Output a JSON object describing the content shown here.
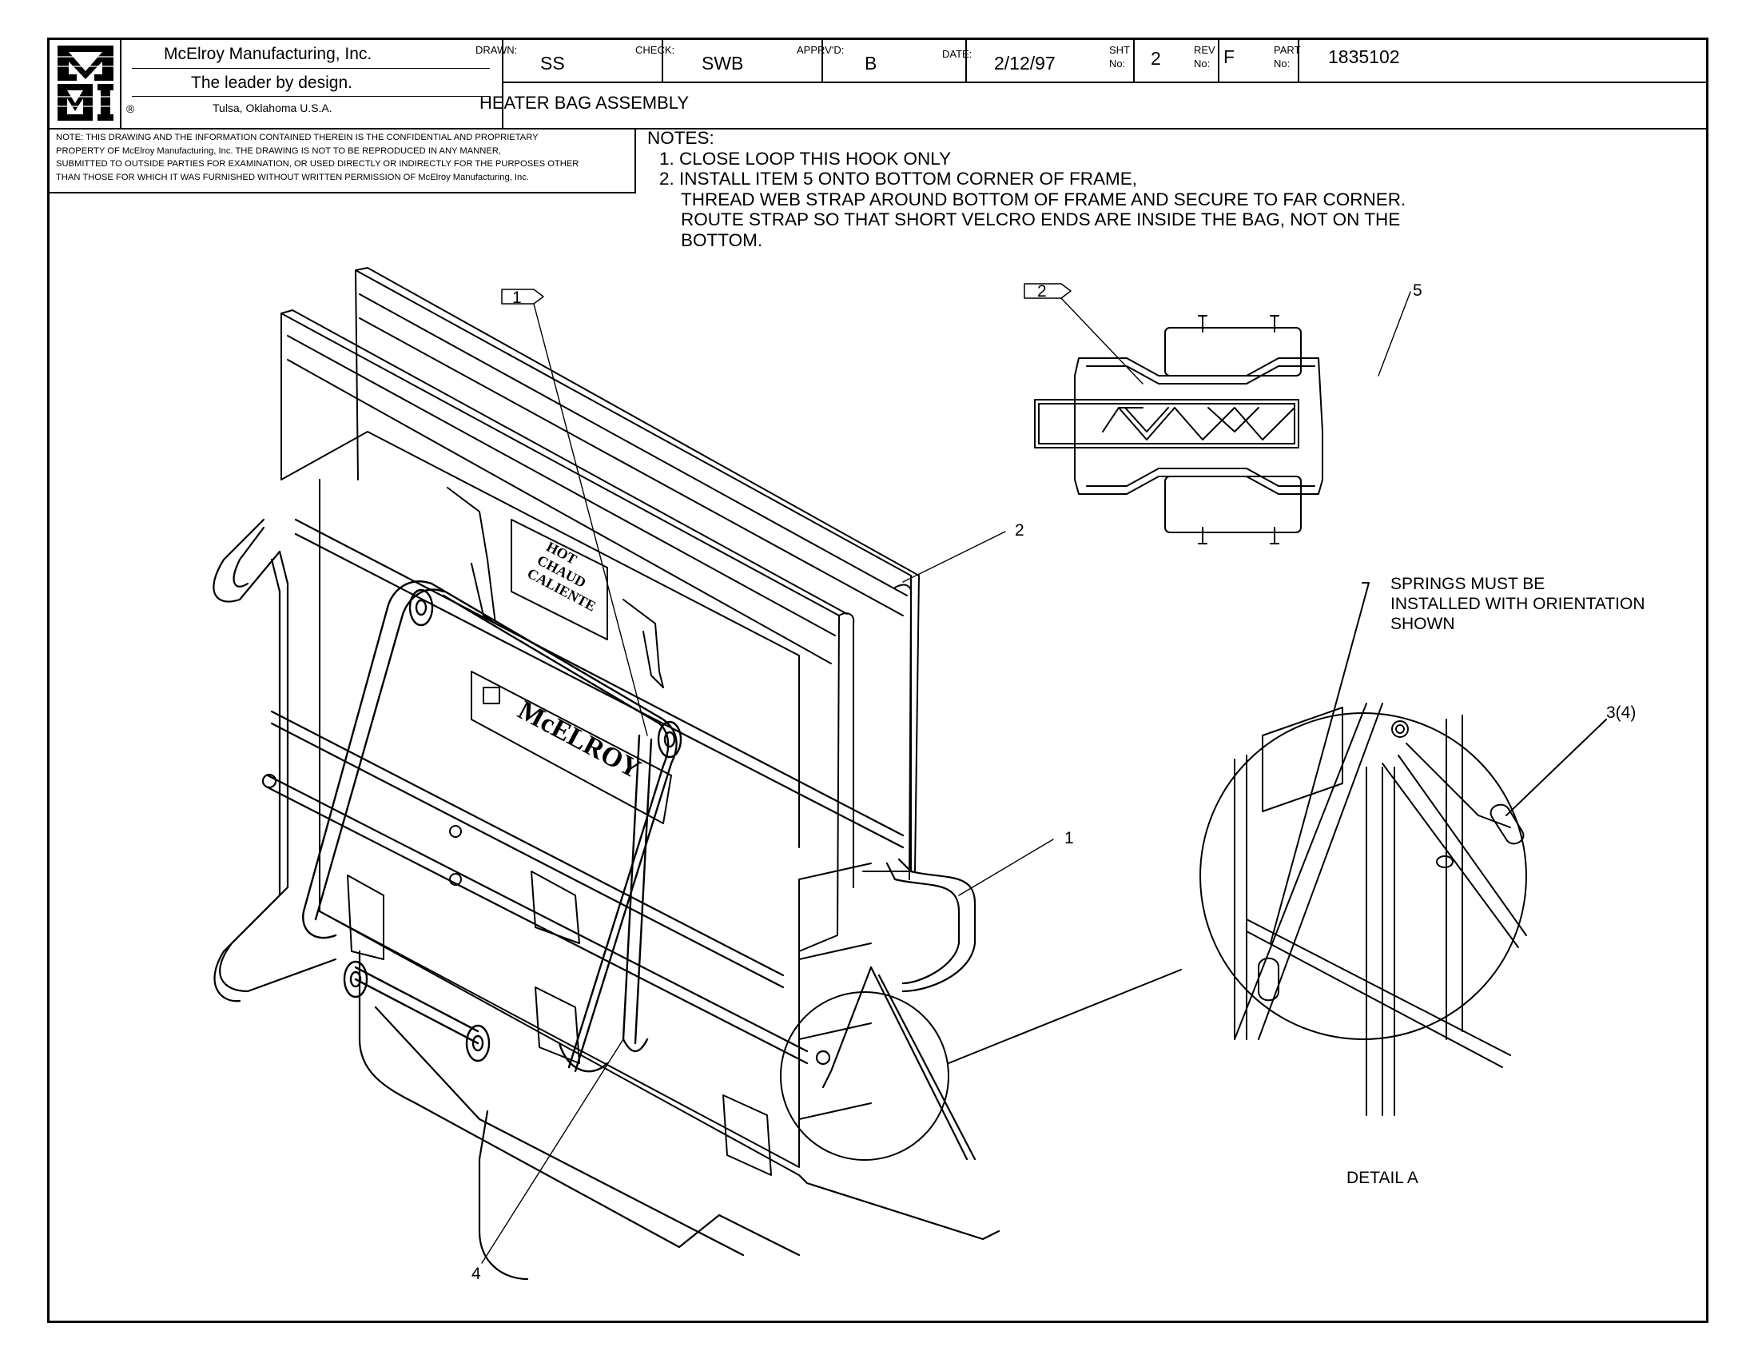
{
  "title_block": {
    "company": "McElroy Manufacturing, Inc.",
    "tagline": "The leader by design.",
    "registered_mark": "®",
    "location": "Tulsa, Oklahoma U.S.A.",
    "logo_text": "MMI",
    "drawn_label": "DRAWN:",
    "drawn_value": "SS",
    "check_label": "CHECK:",
    "check_value": "SWB",
    "apprvd_label": "APPRV'D:",
    "apprvd_value": "B",
    "date_label": "DATE:",
    "date_value": "2/12/97",
    "sht_label_1": "SHT",
    "sht_label_2": "No:",
    "sht_value": "2",
    "rev_label_1": "REV",
    "rev_label_2": "No:",
    "rev_value": "F",
    "part_label_1": "PART",
    "part_label_2": "No:",
    "part_value": "1835102",
    "drawing_title": "HEATER BAG ASSEMBLY"
  },
  "confidential_note": [
    "NOTE: THIS DRAWING AND THE INFORMATION CONTAINED THEREIN IS THE CONFIDENTIAL AND PROPRIETARY",
    "PROPERTY OF McElroy Manufacturing, Inc. THE DRAWING IS NOT TO BE REPRODUCED IN ANY MANNER,",
    "SUBMITTED TO OUTSIDE PARTIES FOR EXAMINATION, OR USED DIRECTLY OR INDIRECTLY FOR THE PURPOSES OTHER",
    "THAN THOSE FOR WHICH IT WAS FURNISHED WITHOUT WRITTEN PERMISSION OF McElroy Manufacturing, Inc."
  ],
  "notes": {
    "heading": "NOTES:",
    "lines": [
      "1. CLOSE LOOP THIS HOOK ONLY",
      "2. INSTALL ITEM 5 ONTO BOTTOM CORNER OF FRAME,",
      "THREAD WEB STRAP AROUND BOTTOM OF FRAME AND SECURE TO FAR CORNER.",
      "ROUTE STRAP SO THAT SHORT VELCRO ENDS ARE INSIDE THE BAG, NOT ON THE",
      "BOTTOM."
    ]
  },
  "callouts": {
    "flag_1": "1",
    "flag_2": "2",
    "balloon_5": "5",
    "balloon_2": "2",
    "balloon_1": "1",
    "balloon_4": "4",
    "balloon_3": "3(4)",
    "springs_note": [
      "SPRINGS MUST BE",
      "INSTALLED WITH ORIENTATION",
      "SHOWN"
    ],
    "detail_label": "DETAIL A"
  },
  "bag_labels": {
    "hot_lines": [
      "HOT",
      "CHAUD",
      "CALIENTE"
    ],
    "brand": "McELROY"
  }
}
